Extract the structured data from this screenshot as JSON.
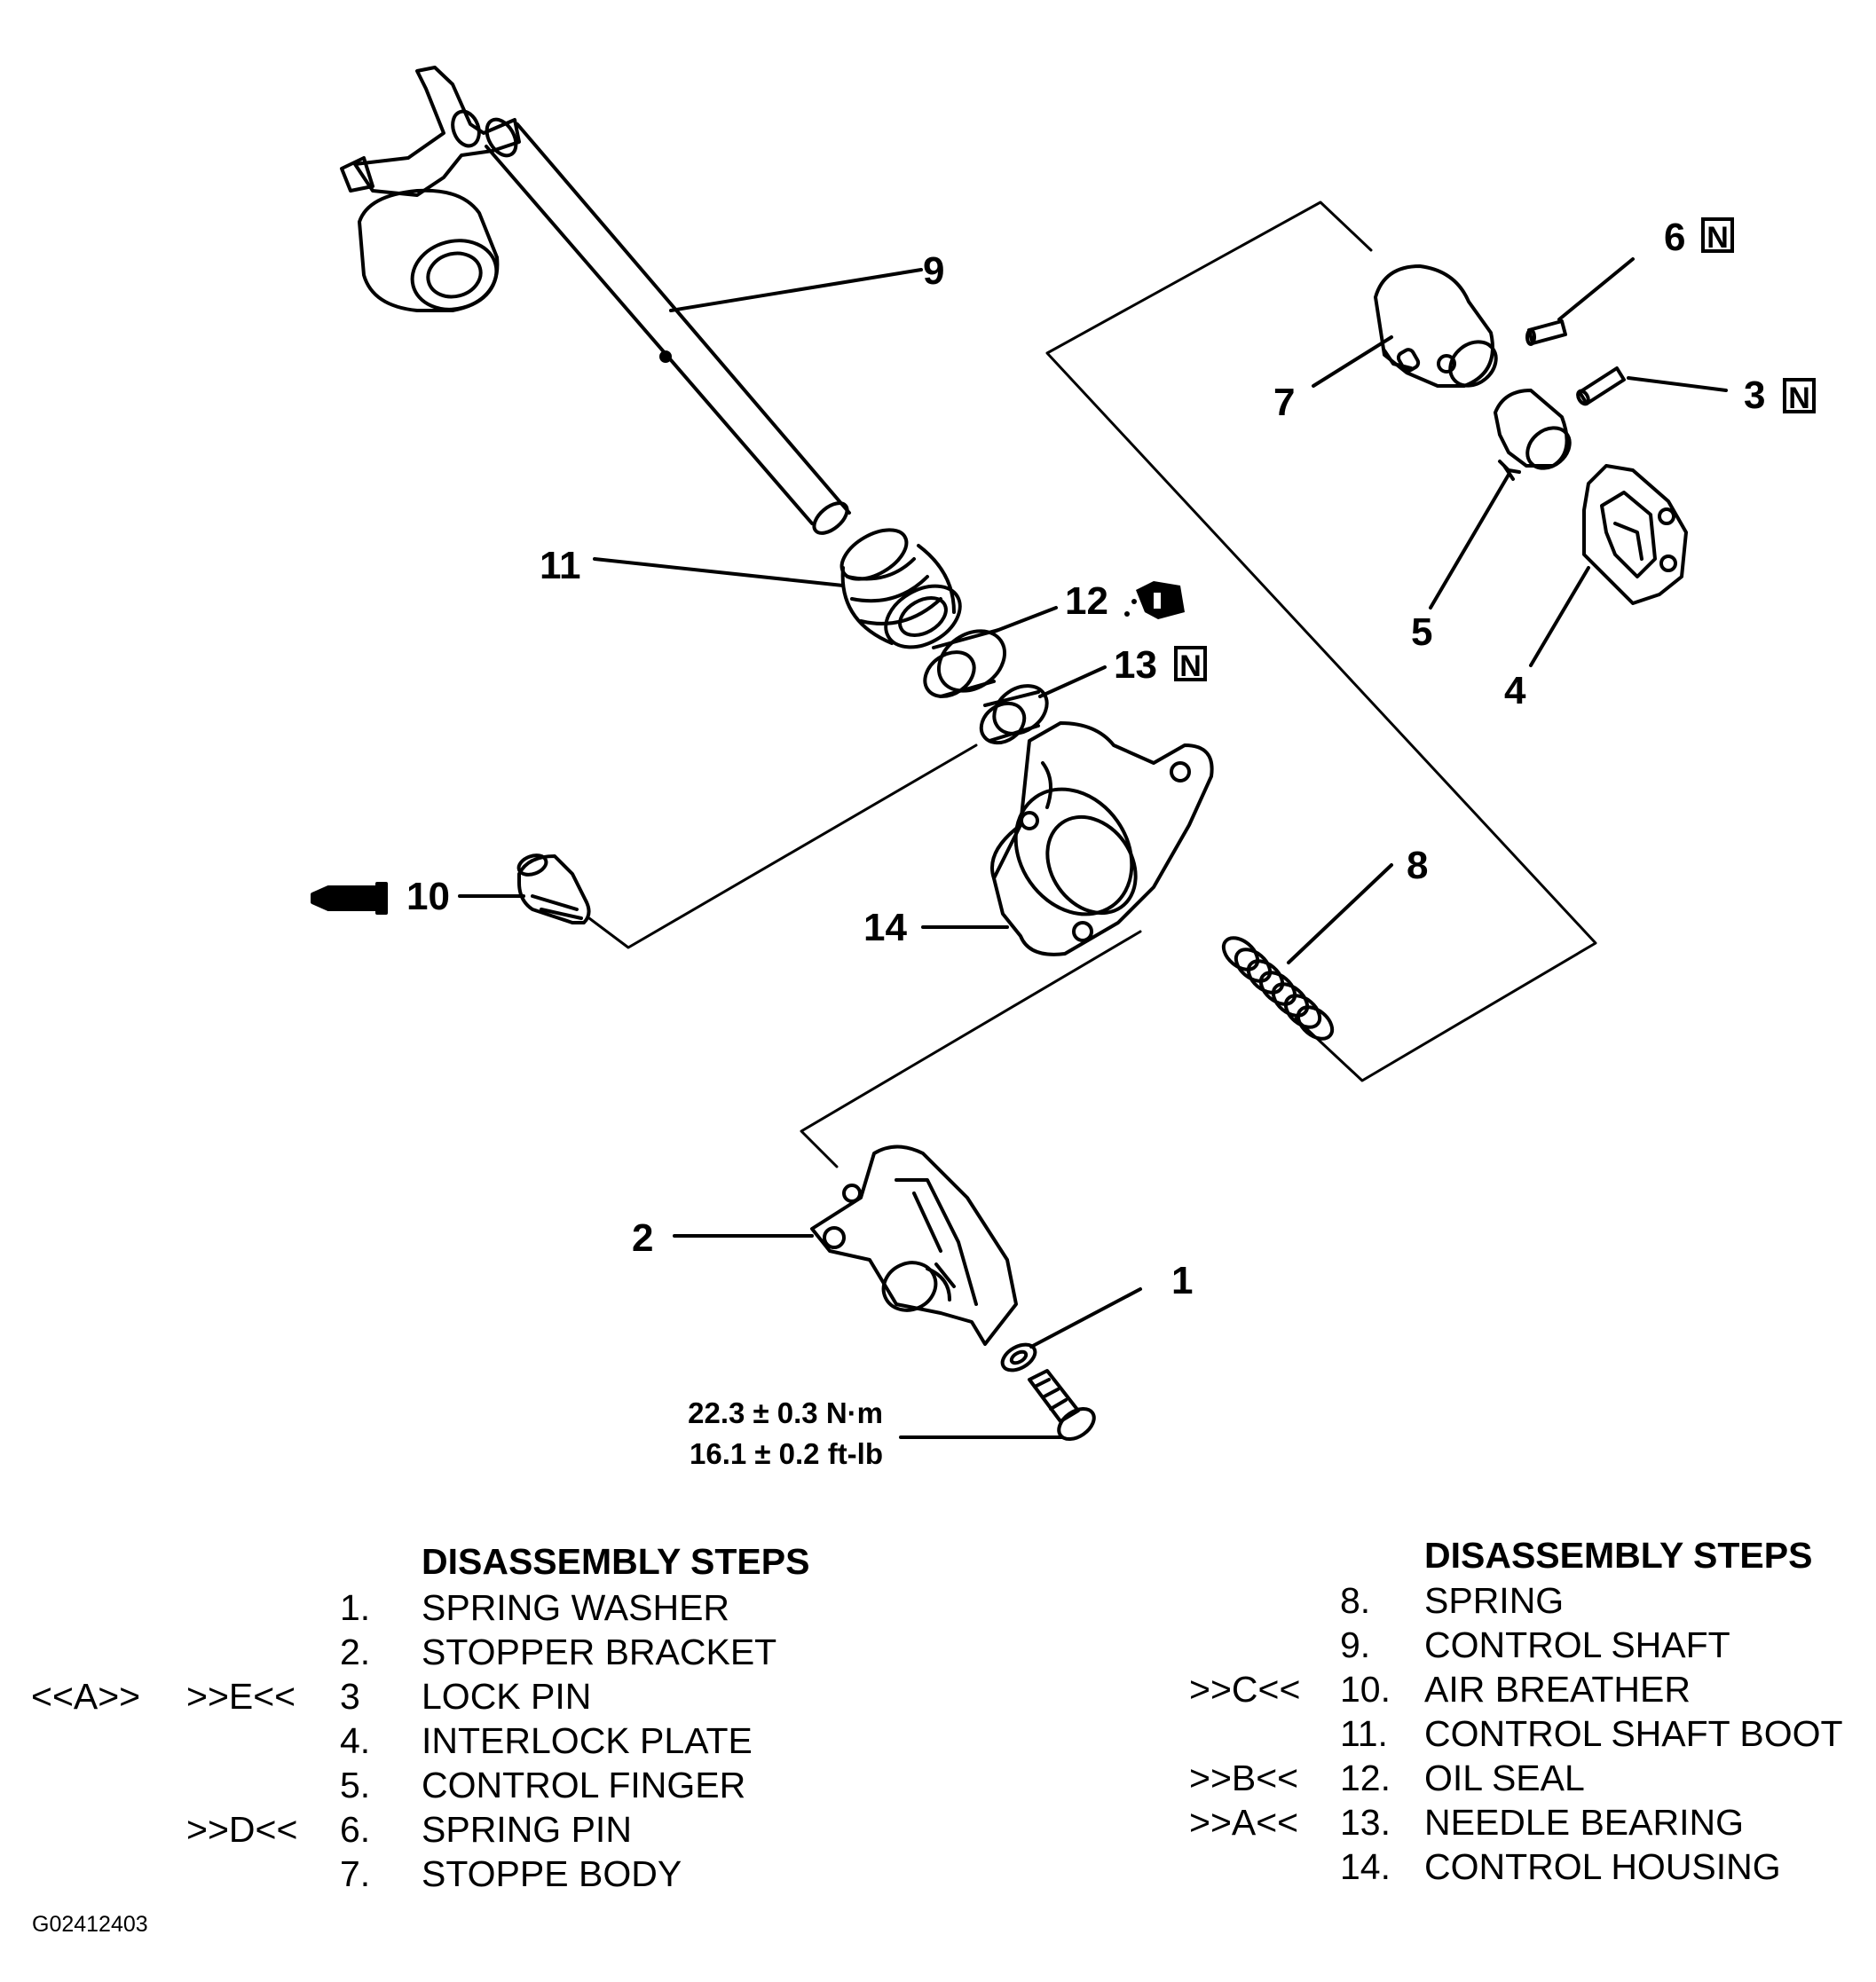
{
  "diagram": {
    "callouts": [
      {
        "id": "c1",
        "text": "1"
      },
      {
        "id": "c2",
        "text": "2"
      },
      {
        "id": "c3",
        "text": "3"
      },
      {
        "id": "c4",
        "text": "4"
      },
      {
        "id": "c5",
        "text": "5"
      },
      {
        "id": "c6",
        "text": "6"
      },
      {
        "id": "c7",
        "text": "7"
      },
      {
        "id": "c8",
        "text": "8"
      },
      {
        "id": "c9",
        "text": "9"
      },
      {
        "id": "c10",
        "text": "10"
      },
      {
        "id": "c11",
        "text": "11"
      },
      {
        "id": "c12",
        "text": "12"
      },
      {
        "id": "c13",
        "text": "13"
      },
      {
        "id": "c14",
        "text": "14"
      }
    ],
    "new_part_mark": "N",
    "torque": {
      "metric": "22.3 ± 0.3 N·m",
      "imperial": "16.1 ± 0.2 ft-lb"
    }
  },
  "steps_left": {
    "heading": "DISASSEMBLY STEPS",
    "items": [
      {
        "mark1": "",
        "mark2": "",
        "num": "1.",
        "label": "SPRING WASHER"
      },
      {
        "mark1": "",
        "mark2": "",
        "num": "2.",
        "label": "STOPPER BRACKET"
      },
      {
        "mark1": "<<A>>",
        "mark2": ">>E<<",
        "num": "3",
        "label": "LOCK PIN"
      },
      {
        "mark1": "",
        "mark2": "",
        "num": "4.",
        "label": "INTERLOCK PLATE"
      },
      {
        "mark1": "",
        "mark2": "",
        "num": "5.",
        "label": "CONTROL FINGER"
      },
      {
        "mark1": "",
        "mark2": ">>D<<",
        "num": "6.",
        "label": "SPRING PIN"
      },
      {
        "mark1": "",
        "mark2": "",
        "num": "7.",
        "label": "STOPPE BODY"
      }
    ]
  },
  "steps_right": {
    "heading": "DISASSEMBLY STEPS",
    "items": [
      {
        "mark": "",
        "num": "8.",
        "label": "SPRING"
      },
      {
        "mark": "",
        "num": "9.",
        "label": "CONTROL SHAFT"
      },
      {
        "mark": ">>C<<",
        "num": "10.",
        "label": "AIR BREATHER"
      },
      {
        "mark": "",
        "num": "11.",
        "label": "CONTROL SHAFT BOOT"
      },
      {
        "mark": ">>B<<",
        "num": "12.",
        "label": "OIL SEAL"
      },
      {
        "mark": ">>A<<",
        "num": "13.",
        "label": "NEEDLE BEARING"
      },
      {
        "mark": "",
        "num": "14.",
        "label": "CONTROL HOUSING"
      }
    ]
  },
  "figure_code": "G02412403"
}
